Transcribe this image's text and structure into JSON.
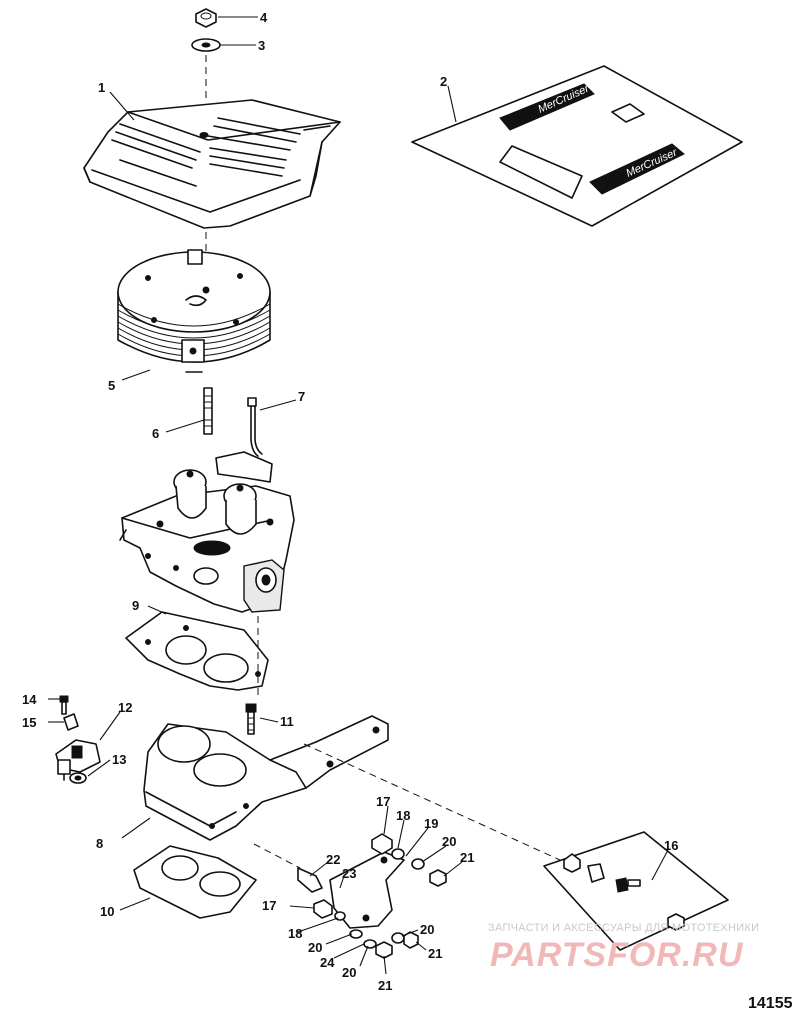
{
  "callouts": {
    "c1": "1",
    "c2": "2",
    "c3": "3",
    "c4": "4",
    "c5": "5",
    "c6": "6",
    "c7": "7",
    "c8": "8",
    "c9": "9",
    "c10": "10",
    "c11": "11",
    "c12": "12",
    "c13": "13",
    "c14": "14",
    "c15": "15",
    "c16": "16",
    "c17a": "17",
    "c17b": "17",
    "c18a": "18",
    "c18b": "18",
    "c19": "19",
    "c20a": "20",
    "c20b": "20",
    "c20c": "20",
    "c20d": "20",
    "c21a": "21",
    "c21b": "21",
    "c21c": "21",
    "c22": "22",
    "c23": "23",
    "c24": "24"
  },
  "decal_logo": "MerCruiser",
  "watermark": {
    "caption": "ЗАПЧАСТИ И АКСЕССУАРЫ ДЛЯ МОТОТЕХНИКИ",
    "brand": "PARTSFOR.RU"
  },
  "drawing_number": "14155"
}
